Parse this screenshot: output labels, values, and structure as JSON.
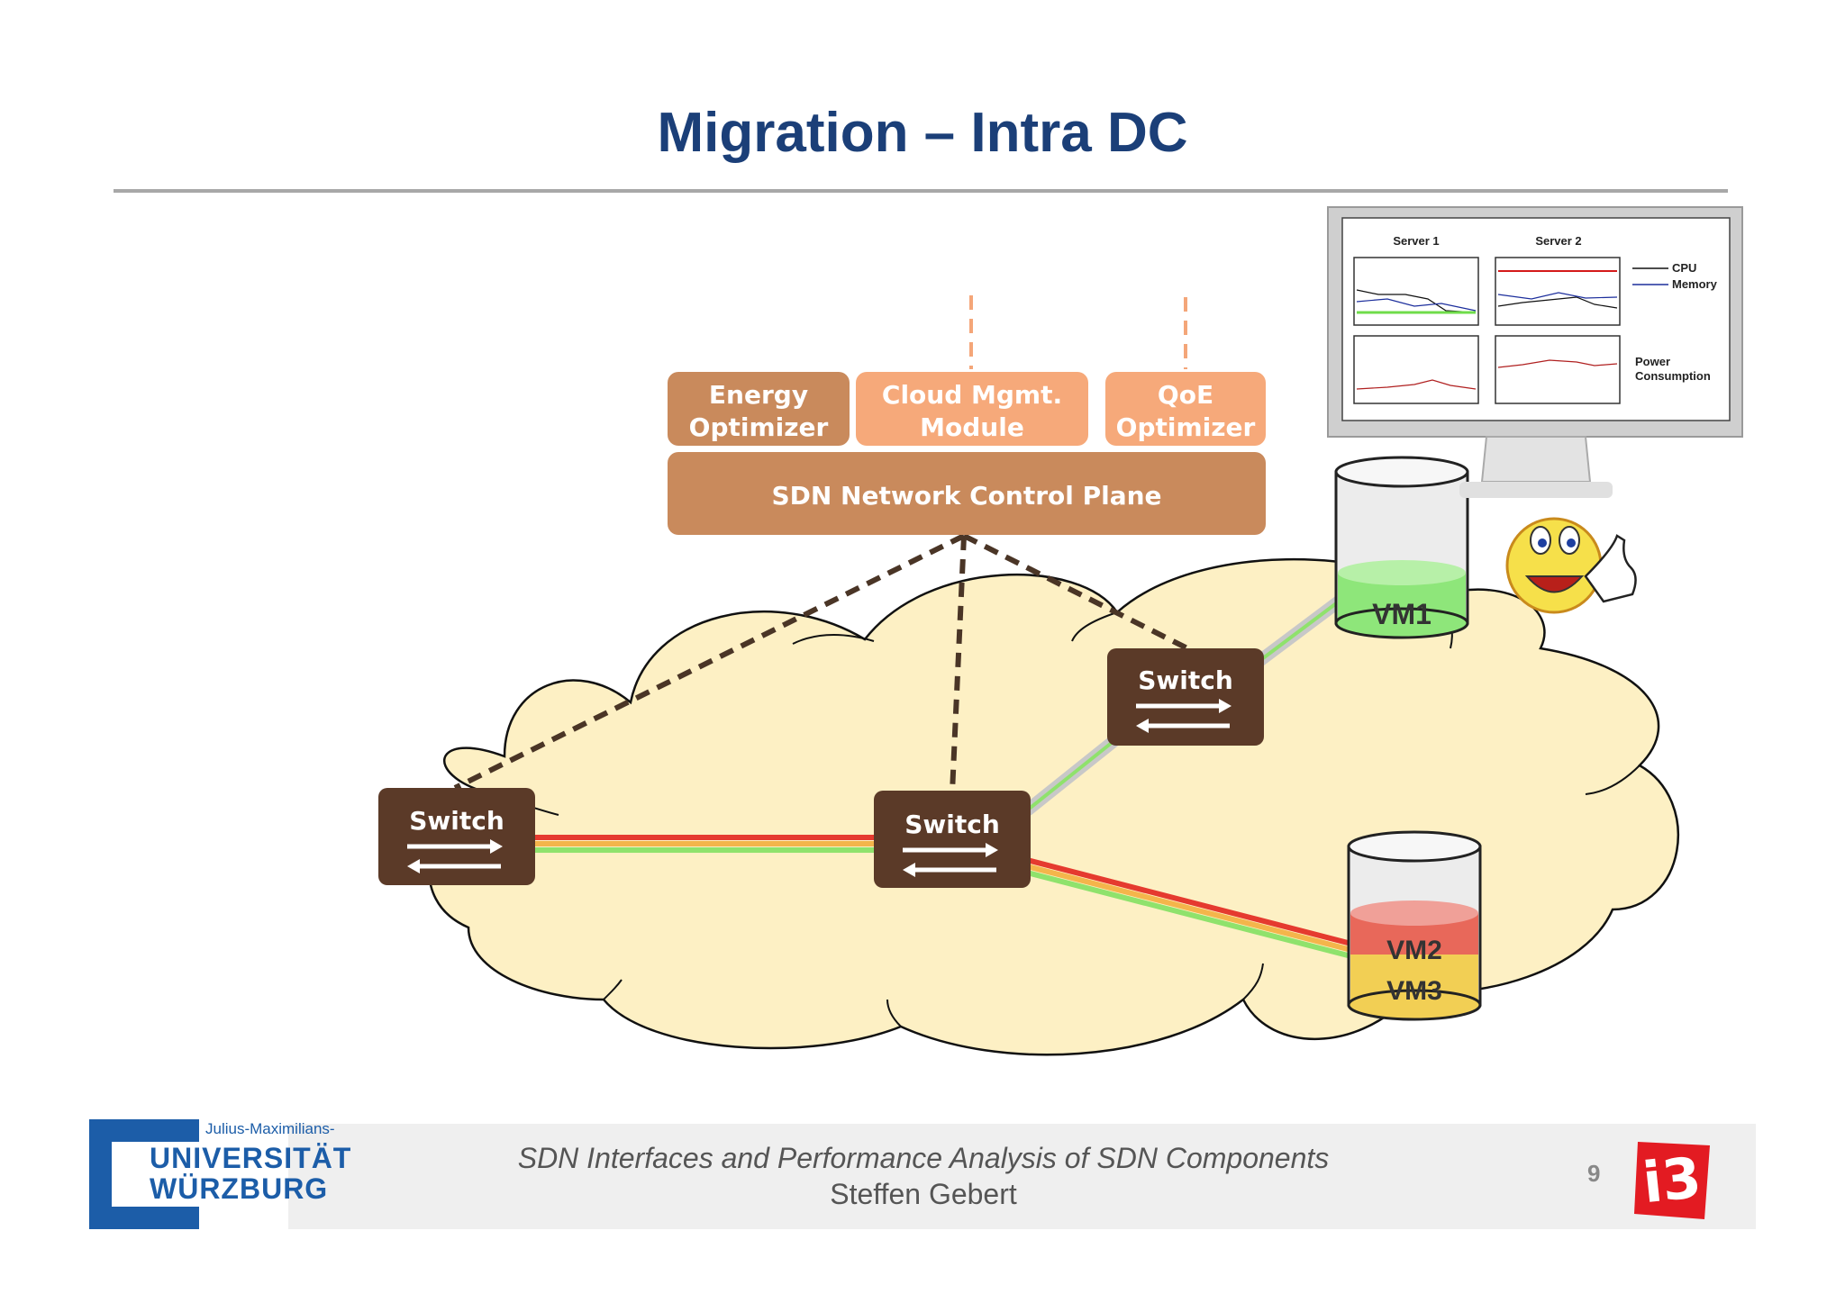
{
  "slide": {
    "title": "Migration – Intra DC",
    "footer_title": "SDN Interfaces and Performance Analysis of SDN Components",
    "footer_author": "Steffen Gebert",
    "page_number": "9"
  },
  "logo": {
    "line_small": "Julius-Maximilians-",
    "line_big_1": "UNIVERSITÄT",
    "line_big_2": "WÜRZBURG",
    "i3_mark": "i3"
  },
  "controller": {
    "modules": [
      "Energy\nOptimizer",
      "Cloud Mgmt.\nModule",
      "QoE\nOptimizer"
    ],
    "control_plane": "SDN Network Control Plane"
  },
  "switches": [
    "Switch",
    "Switch",
    "Switch"
  ],
  "storage": {
    "vm1": "VM1",
    "vm2": "VM2",
    "vm3": "VM3"
  },
  "monitor": {
    "server1": "Server 1",
    "server2": "Server 2",
    "legend_cpu": "CPU",
    "legend_memory": "Memory",
    "legend_power_1": "Power",
    "legend_power_2": "Consumption"
  },
  "colors": {
    "title": "#1b3f78",
    "cloud_fill": "#fdf0c4",
    "switch_fill": "#5b3a28",
    "module_dark": "#c98a5c",
    "module_light": "#f6a97a",
    "path_red": "#e53a2f",
    "path_orange": "#f4b54b",
    "path_green": "#8fe26c",
    "vm1_fill": "#8ee67a",
    "vm2_fill": "#e8685a",
    "vm3_fill": "#f2cf54"
  }
}
